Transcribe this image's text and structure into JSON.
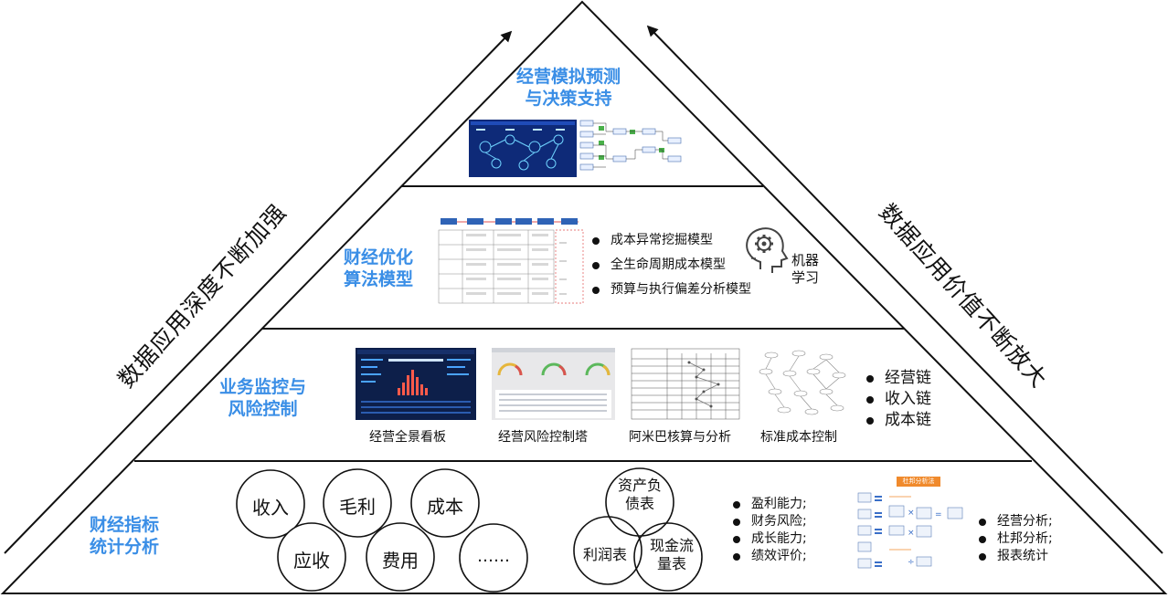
{
  "side_labels": {
    "left": "数据应用深度不断加强",
    "right": "数据应用价值不断放大"
  },
  "colors": {
    "title_blue": "#3a8ee6",
    "line": "#111111",
    "dashboard_dark": "#0d1f4a"
  },
  "level4": {
    "title_line1": "经营模拟预测",
    "title_line2": "与决策支持"
  },
  "level3": {
    "title_line1": "财经优化",
    "title_line2": "算法模型",
    "bullets": [
      "成本异常挖掘模型",
      "全生命周期成本模型",
      "预算与执行偏差分析模型"
    ],
    "ml_label_line1": "机器",
    "ml_label_line2": "学习",
    "ml_icon": "brain-gear-icon"
  },
  "level2": {
    "title_line1": "业务监控与",
    "title_line2": "风险控制",
    "captions": [
      "经营全景看板",
      "经营风险控制塔",
      "阿米巴核算与分析",
      "标准成本控制"
    ],
    "bullets": [
      "经营链",
      "收入链",
      "成本链"
    ]
  },
  "level1": {
    "title_line1": "财经指标",
    "title_line2": "统计分析",
    "circles": [
      "收入",
      "毛利",
      "成本",
      "应收",
      "费用",
      "……"
    ],
    "venn": {
      "top_line1": "资产负",
      "top_line2": "债表",
      "left": "利润表",
      "right_line1": "现金流",
      "right_line2": "量表"
    },
    "bullets_a": [
      "盈利能力;",
      "财务风险;",
      "成长能力;",
      "绩效评价;"
    ],
    "dupont_header": "杜邦分析法",
    "bullets_b": [
      "经营分析;",
      "杜邦分析;",
      "报表统计"
    ]
  }
}
